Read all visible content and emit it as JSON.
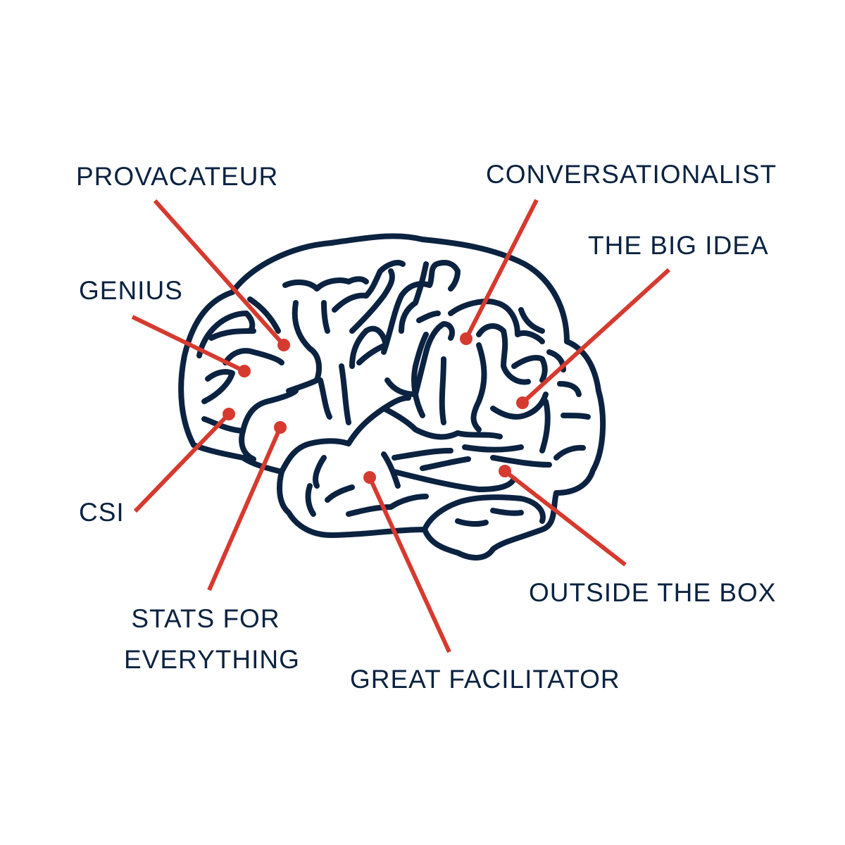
{
  "colors": {
    "brain_outline": "#0b2240",
    "leader_line": "#d63a2f",
    "label_text": "#0b2240",
    "background": "#ffffff"
  },
  "brain": {
    "icon": "brain-icon"
  },
  "labels": {
    "provocateur": "PROVACATEUR",
    "genius": "GENIUS",
    "csi": "CSI",
    "stats_line1": "STATS FOR",
    "stats_line2": "EVERYTHING",
    "great_facilitator": "GREAT FACILITATOR",
    "outside_the_box": "OUTSIDE THE BOX",
    "the_big_idea": "THE BIG IDEA",
    "conversationalist": "CONVERSATIONALIST"
  }
}
